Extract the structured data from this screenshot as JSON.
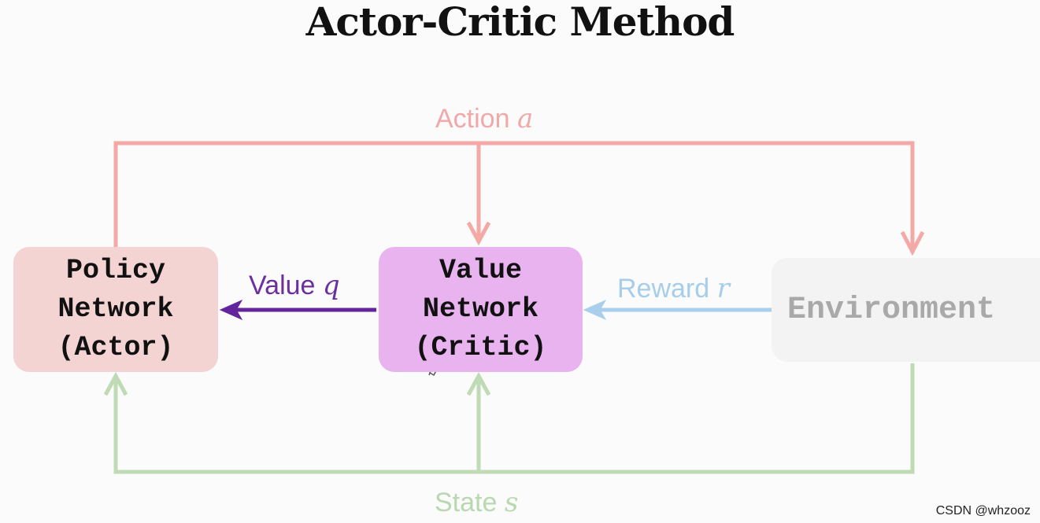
{
  "title": "Actor-Critic Method",
  "nodes": {
    "policy": [
      "Policy",
      "Network",
      "(Actor)"
    ],
    "value": [
      "Value",
      "Network",
      "(Critic)"
    ],
    "environment": "Environment"
  },
  "edges": {
    "action": {
      "text": "Action",
      "symbol": "a"
    },
    "value_q": {
      "text": "Value",
      "symbol": "q"
    },
    "reward": {
      "text": "Reward",
      "symbol": "r"
    },
    "state": {
      "text": "State",
      "symbol": "s"
    }
  },
  "colors": {
    "action": "#f4a9a6",
    "value_q": "#63259b",
    "reward": "#a9cfed",
    "state": "#bfdbb5",
    "policy_fill": "#f4d3d3",
    "value_fill": "#e8b3ee",
    "environment_fill": "#f3f3f3"
  },
  "watermark": "CSDN @whzooz"
}
